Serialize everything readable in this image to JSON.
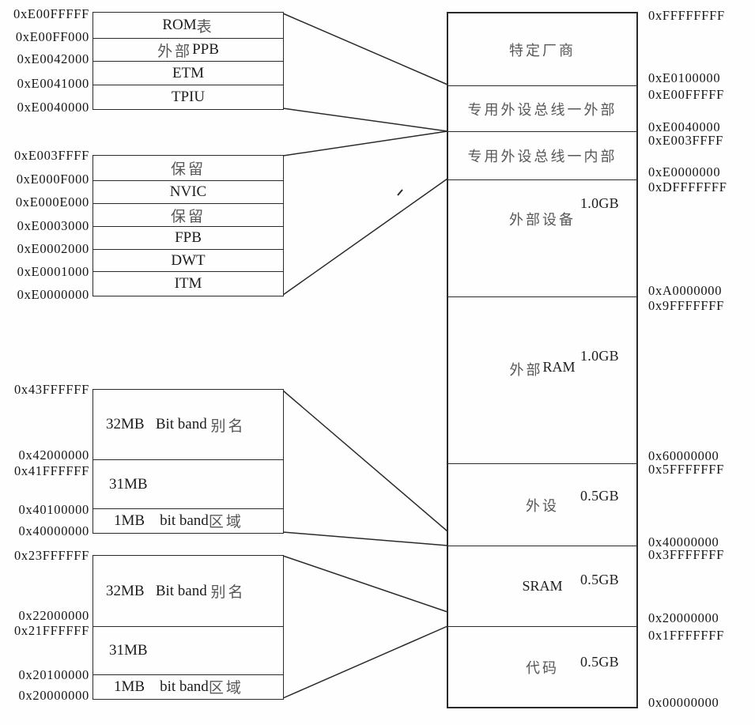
{
  "colors": {
    "background": "#fefefe",
    "line": "#2a2a2a",
    "latin_text": "#1c1c1c",
    "chinese_text": "#585858"
  },
  "left_boxes": [
    {
      "addresses": [
        "0xE00FFFFF",
        "0xE00FF000",
        "0xE0042000",
        "0xE0041000",
        "0xE0040000"
      ],
      "rows": [
        {
          "en": "ROM",
          "zh": "表"
        },
        {
          "zh": "外部",
          "en": "PPB"
        },
        {
          "en": "ETM"
        },
        {
          "en": "TPIU"
        }
      ]
    },
    {
      "addresses": [
        "0xE003FFFF",
        "0xE000F000",
        "0xE000E000",
        "0xE0003000",
        "0xE0002000",
        "0xE0001000",
        "0xE0000000"
      ],
      "rows": [
        {
          "zh": "保留"
        },
        {
          "en": "NVIC"
        },
        {
          "zh": "保留"
        },
        {
          "en": "FPB"
        },
        {
          "en": "DWT"
        },
        {
          "en": "ITM"
        }
      ]
    },
    {
      "addresses": [
        "0x43FFFFFF",
        "0x42000000",
        "0x41FFFFFF",
        "0x40100000",
        "0x40000000"
      ],
      "rows": [
        {
          "en": "32MB   Bit band ",
          "zh": "别名"
        },
        {
          "en": "31MB"
        },
        {
          "en": "1MB    bit band",
          "zh": "区域"
        }
      ]
    },
    {
      "addresses": [
        "0x23FFFFFF",
        "0x22000000",
        "0x21FFFFFF",
        "0x20100000",
        "0x20000000"
      ],
      "rows": [
        {
          "en": "32MB   Bit band ",
          "zh": "别名"
        },
        {
          "en": "31MB"
        },
        {
          "en": "1MB    bit band",
          "zh": "区域"
        }
      ]
    }
  ],
  "main_map": {
    "segments": [
      {
        "zh": "特定厂商"
      },
      {
        "zh": "专用外设总线一外部"
      },
      {
        "zh": "专用外设总线一内部"
      },
      {
        "zh": "外部设备",
        "size": "1.0GB"
      },
      {
        "zh": "外部",
        "en": "RAM",
        "size": "1.0GB"
      },
      {
        "zh": "外设",
        "size": "0.5GB"
      },
      {
        "en": "SRAM",
        "size": "0.5GB"
      },
      {
        "zh": "代码",
        "size": "0.5GB"
      }
    ],
    "addresses": [
      "0xFFFFFFFF",
      "0xE0100000",
      "0xE00FFFFF",
      "0xE0040000",
      "0xE003FFFF",
      "0xE0000000",
      "0xDFFFFFFF",
      "0xA0000000",
      "0x9FFFFFFF",
      "0x60000000",
      "0x5FFFFFFF",
      "0x40000000",
      "0x3FFFFFFF",
      "0x20000000",
      "0x1FFFFFFF",
      "0x00000000"
    ]
  }
}
